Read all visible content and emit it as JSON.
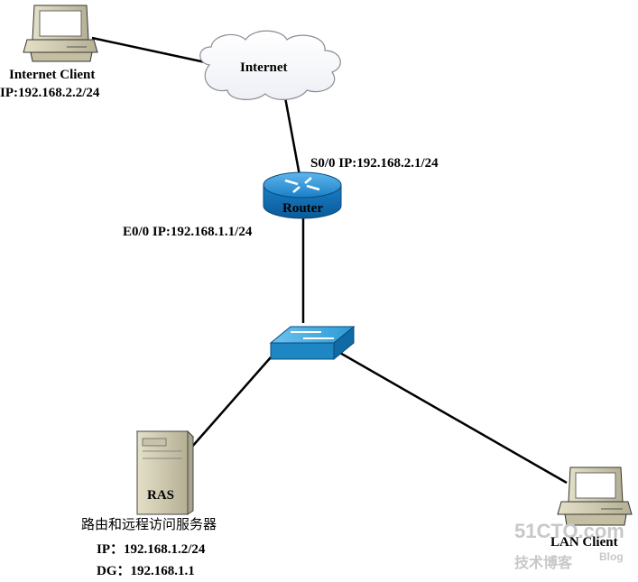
{
  "nodes": {
    "internet_client": {
      "name": "Internet Client",
      "ip": "IP:192.168.2.2/24"
    },
    "internet": {
      "name": "Internet"
    },
    "router": {
      "name": "Router",
      "s0_label": "S0/0 IP:192.168.2.1/24",
      "e0_label": "E0/0 IP:192.168.1.1/24"
    },
    "ras": {
      "name": "RAS",
      "desc": "路由和远程访问服务器",
      "ip": "IP：192.168.1.2/24",
      "dg": "DG：192.168.1.1"
    },
    "lan_client": {
      "name": "LAN Client"
    }
  },
  "watermark": {
    "main": "51CTO.com",
    "sub": "技术博客",
    "blog": "Blog"
  },
  "colors": {
    "router": "#1a7fc8",
    "switch": "#2b9bd6",
    "device_beige": "#d8d4bc",
    "screen": "#ffffff",
    "line": "#000000"
  }
}
